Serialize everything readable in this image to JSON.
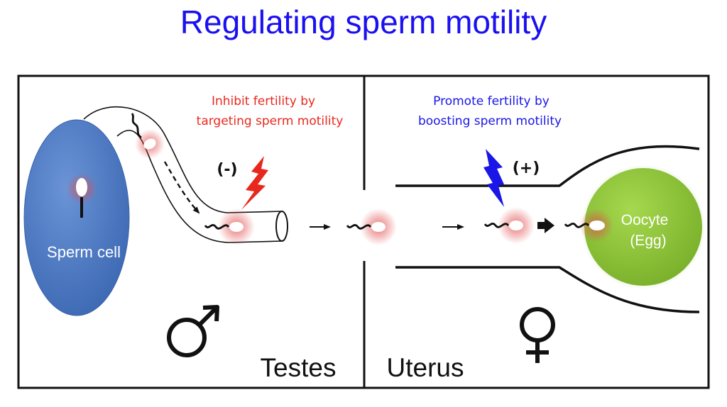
{
  "title": "Regulating sperm motility",
  "colors": {
    "title": "#1a10f0",
    "inhibit": "#e8281e",
    "promote": "#1a16e8",
    "sperm_cell": "#4a78c2",
    "oocyte": "#8cc236",
    "glow": "#e24a4a"
  },
  "panels": {
    "male": {
      "label": "Testes",
      "symbol": "♂",
      "cell_label": "Sperm cell",
      "annotation_line1": "Inhibit fertility by",
      "annotation_line2": "targeting sperm motility",
      "effect_sign": "(-)"
    },
    "female": {
      "label": "Uterus",
      "symbol": "♀",
      "annotation_line1": "Promote fertility by",
      "annotation_line2": "boosting sperm motility",
      "effect_sign": "(+)",
      "oocyte_line1": "Oocyte",
      "oocyte_line2": "(Egg)"
    }
  },
  "icons": [
    "lightning-bolt-icon",
    "male-symbol-icon",
    "female-symbol-icon",
    "arrow-icon",
    "sperm-icon"
  ]
}
